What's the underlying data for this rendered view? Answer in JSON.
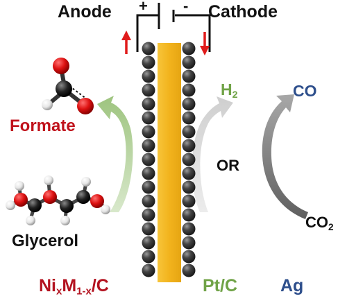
{
  "labels": {
    "anode": "Anode",
    "cathode": "Cathode",
    "plus": "+",
    "minus": "-",
    "formate": "Formate",
    "glycerol": "Glycerol",
    "h2_base": "H",
    "h2_sub": "2",
    "co": "CO",
    "or": "OR",
    "co2_base": "CO",
    "co2_sub": "2",
    "catalyst_anode_ni": "Ni",
    "catalyst_anode_x": "x",
    "catalyst_anode_m": "M",
    "catalyst_anode_1mx": "1-x",
    "catalyst_anode_c": "/C",
    "catalyst_ptc": "Pt/C",
    "catalyst_ag": "Ag"
  },
  "colors": {
    "text_black": "#111111",
    "formate_red": "#c0121b",
    "anode_catalyst_red": "#b3121f",
    "green": "#70a347",
    "blue": "#2e4f8c",
    "arrow_red": "#e01b1b",
    "electrode_gold": "#f2b31d",
    "bead_dark": "#3a3a3a",
    "arrow_green": "#a7c690",
    "arrow_light_gray": "#e3e3e3",
    "arrow_dark_gray": "#7a7a7a"
  },
  "icons": {
    "formate_molecule": "formate-molecule-icon",
    "glycerol_molecule": "glycerol-molecule-icon",
    "current_up_arrow": "red-up-arrow-icon",
    "current_down_arrow": "red-down-arrow-icon"
  }
}
